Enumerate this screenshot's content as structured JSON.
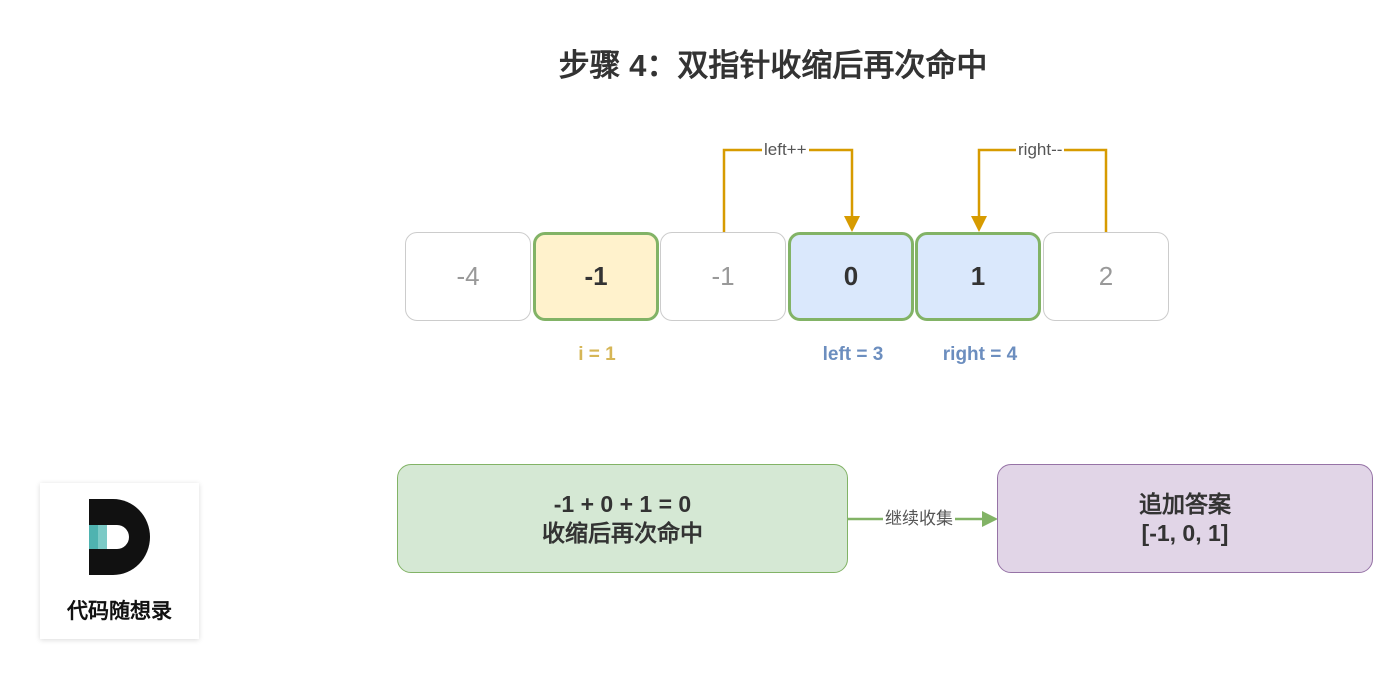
{
  "title": "步骤 4：双指针收缩后再次命中",
  "array": {
    "cells": [
      "-4",
      "-1",
      "-1",
      "0",
      "1",
      "2"
    ]
  },
  "pointers": {
    "i": "i = 1",
    "left": "left = 3",
    "right": "right = 4"
  },
  "moves": {
    "left": "left++",
    "right": "right--"
  },
  "flow": {
    "check_line1": "-1 + 0 + 1 = 0",
    "check_line2": "收缩后再次命中",
    "arrow_label": "继续收集",
    "result_line1": "追加答案",
    "result_line2": "[-1, 0, 1]"
  },
  "logo": {
    "text": "代码随想录"
  },
  "colors": {
    "i_label": "#d6b656",
    "pointer_label": "#6c8ebf",
    "move_arrow": "#d79b00",
    "flow_arrow": "#82b366",
    "logo_teal": "#4fb3b0"
  }
}
